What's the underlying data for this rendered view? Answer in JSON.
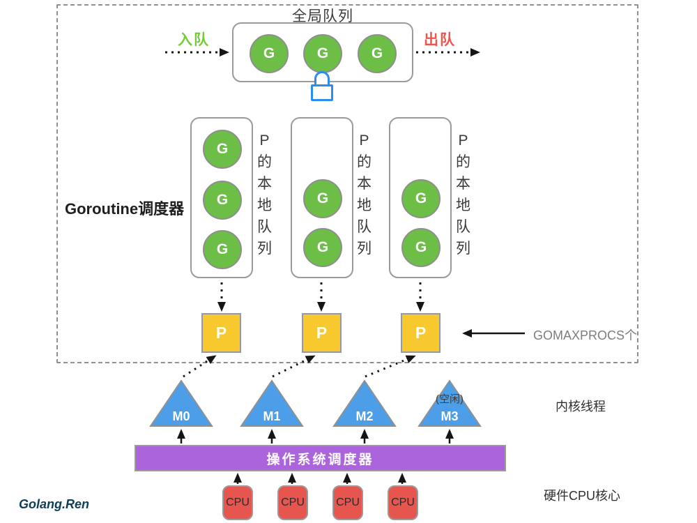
{
  "global_queue": {
    "title": "全局队列",
    "enqueue_label": "入队",
    "dequeue_label": "出队",
    "goroutines": [
      "G",
      "G",
      "G"
    ],
    "lock_icon": "lock-icon"
  },
  "scheduler": {
    "label": "Goroutine调度器",
    "local_queues": [
      {
        "goroutines": [
          "G",
          "G",
          "G"
        ],
        "side_label": "P的本地队列"
      },
      {
        "goroutines": [
          "G",
          "G"
        ],
        "side_label": "P的本地队列"
      },
      {
        "goroutines": [
          "G",
          "G"
        ],
        "side_label": "P的本地队列"
      }
    ],
    "processors": [
      "P",
      "P",
      "P"
    ],
    "gomaxprocs_label": "GOMAXPROCS个"
  },
  "threads": {
    "items": [
      {
        "label": "M0"
      },
      {
        "label": "M1"
      },
      {
        "label": "M2"
      },
      {
        "label": "M3",
        "note": "(空闲)"
      }
    ],
    "side_label": "内核线程"
  },
  "os": {
    "scheduler_label": "操作系统调度器"
  },
  "hardware": {
    "cpus": [
      "CPU",
      "CPU",
      "CPU",
      "CPU"
    ],
    "side_label": "硬件CPU核心"
  },
  "footer": {
    "brand": "Golang.Ren"
  },
  "colors": {
    "goroutine_green": "#6CBE47",
    "enqueue_green": "#73CC35",
    "dequeue_red": "#F1544E",
    "processor_yellow": "#F8C92E",
    "thread_blue": "#4D9EE8",
    "os_purple": "#AB64DB",
    "cpu_red": "#E6564F",
    "lock_blue": "#2D8CF0",
    "brand_navy": "#0E3D55"
  }
}
